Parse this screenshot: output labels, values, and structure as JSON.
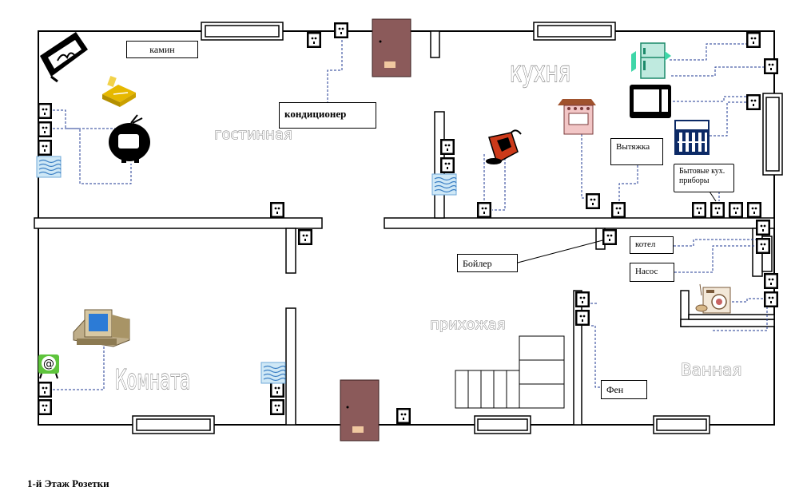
{
  "rooms": {
    "living": "гостинная",
    "kitchen": "кухня",
    "room": "Комната",
    "hall": "прихожая",
    "bathroom": "Ванная"
  },
  "callouts": {
    "fireplace": "камин",
    "air_conditioner": "кондиционер",
    "hood": "Вытяжка",
    "kitchen_appliances_line1": "Бытовые кух.",
    "kitchen_appliances_line2": "приборы",
    "boiler_heater": "Бойлер",
    "boiler": "котел",
    "pump": "Насос",
    "hair_dryer": "Фен"
  },
  "caption": "1-й Этаж Розетки",
  "colors": {
    "wall": "#000000",
    "door": "#8b5a5a",
    "door_handle": "#f0c8a0",
    "connector": "#1f3a93",
    "socket": "#000000"
  },
  "icons": [
    "fireplace-icon",
    "ac-unit-icon",
    "tv-icon",
    "heater-icon",
    "fridge-icon",
    "microwave-icon",
    "dishwasher-icon",
    "stove-icon",
    "coffee-maker-icon",
    "computer-icon",
    "email-icon",
    "washing-machine-icon"
  ]
}
